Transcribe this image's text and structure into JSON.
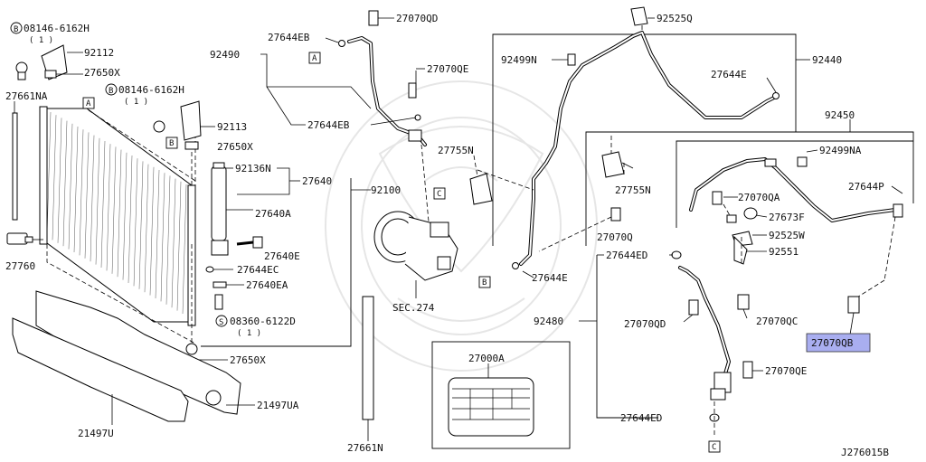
{
  "diagram_code": "J276015B",
  "refs": {
    "A": "A",
    "B": "B",
    "C": "C"
  },
  "section_ref": "SEC.274",
  "qty_one": "( 1 )",
  "parts": {
    "p08146a": "08146-6162H",
    "p92112": "92112",
    "p27650x_top": "27650X",
    "p27661na": "27661NA",
    "p08146b": "08146-6162H",
    "p92113": "92113",
    "p27650x_mid": "27650X",
    "p92136n": "92136N",
    "p27640": "27640",
    "p92100": "92100",
    "p27640a": "27640A",
    "p27640e": "27640E",
    "p27644ec": "27644EC",
    "p27640ea": "27640EA",
    "p08360": "08360-6122D",
    "p27650x_bot": "27650X",
    "p27760": "27760",
    "p21497ua": "21497UA",
    "p21497u": "21497U",
    "p27661n": "27661N",
    "p92490": "92490",
    "p27644eb_top": "27644EB",
    "p27070qd_top": "27070QD",
    "p27070qe_top": "27070QE",
    "p27644eb_mid": "27644EB",
    "p27755n_a": "27755N",
    "p27755n_b": "27755N",
    "p92525q": "92525Q",
    "p92499n": "92499N",
    "p92440": "92440",
    "p27644e_top": "27644E",
    "p27070q": "27070Q",
    "p27644e_bot": "27644E",
    "p92450": "92450",
    "p92499na": "92499NA",
    "p27070qa": "27070QA",
    "p27644p": "27644P",
    "p27673f": "27673F",
    "p92525w": "92525W",
    "p92551": "92551",
    "p27644ed_top": "27644ED",
    "p92480": "92480",
    "p27070qd_bot": "27070QD",
    "p27070qc": "27070QC",
    "p27070qb": "27070QB",
    "p27070qe_bot": "27070QE",
    "p27644ed_bot": "27644ED",
    "p27000a": "27000A"
  },
  "highlight_color": "#a9aef0"
}
